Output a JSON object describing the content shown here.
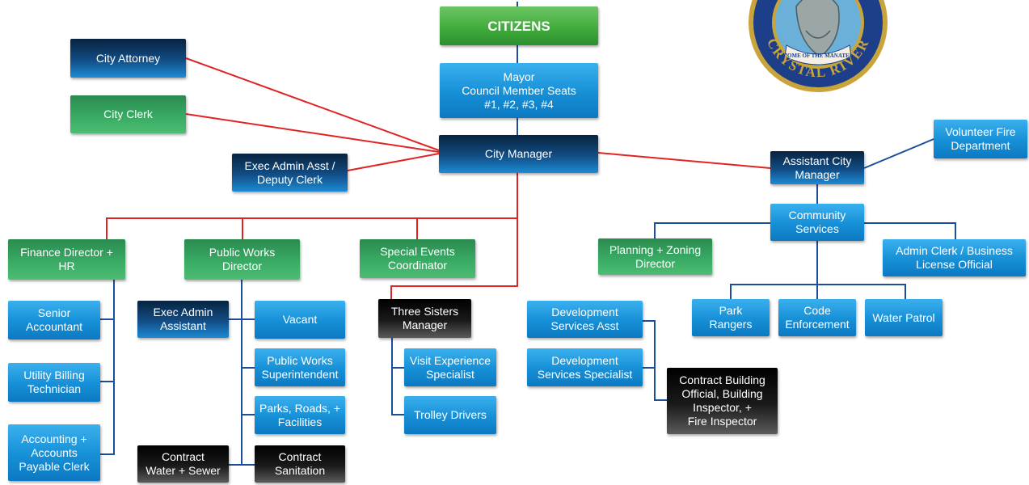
{
  "header": {
    "top_box": "CITIZENS"
  },
  "seal": {
    "ribbon_text": "HOME OF THE MANATEE",
    "ring_text": "CRYSTAL RIVER"
  },
  "boxes": {
    "mayor": "Mayor\nCouncil Member Seats\n#1, #2, #3, #4",
    "city_manager": "City Manager",
    "city_attorney": "City Attorney",
    "city_clerk": "City Clerk",
    "exec_admin_deputy": "Exec Admin Asst /\nDeputy Clerk",
    "assistant_city_manager": "Assistant City\nManager",
    "volunteer_fire": "Volunteer Fire\nDepartment",
    "community_services": "Community\nServices",
    "admin_clerk_business": "Admin Clerk / Business\nLicense Official",
    "planning_zoning": "Planning + Zoning\nDirector",
    "park_rangers": "Park\nRangers",
    "code_enforcement": "Code\nEnforcement",
    "water_patrol": "Water Patrol",
    "dev_services_asst": "Development\nServices Asst",
    "dev_services_specialist": "Development\nServices Specialist",
    "contract_building": "Contract Building\nOfficial, Building\nInspector, +\nFire Inspector",
    "finance_director": "Finance Director +\nHR",
    "senior_accountant": "Senior\nAccountant",
    "utility_billing": "Utility Billing\nTechnician",
    "accounting_payable": "Accounting +\nAccounts\nPayable Clerk",
    "public_works_director": "Public Works\nDirector",
    "exec_admin_assistant": "Exec Admin\nAssistant",
    "vacant": "Vacant",
    "pw_superintendent": "Public Works\nSuperintendent",
    "parks_roads_facilities": "Parks, Roads, +\nFacilities",
    "contract_water_sewer": "Contract\nWater + Sewer",
    "contract_sanitation": "Contract\nSanitation",
    "special_events": "Special Events\nCoordinator",
    "three_sisters": "Three Sisters\nManager",
    "visit_experience": "Visit Experience\nSpecialist",
    "trolley_drivers": "Trolley Drivers"
  },
  "colors": {
    "red_line": "#e02424",
    "blue_line": "#1b4f9c",
    "blue_box": "#168fd6",
    "green_box": "#37a862",
    "dark_box": "#124d85",
    "black_box": "#1a1a1a"
  }
}
